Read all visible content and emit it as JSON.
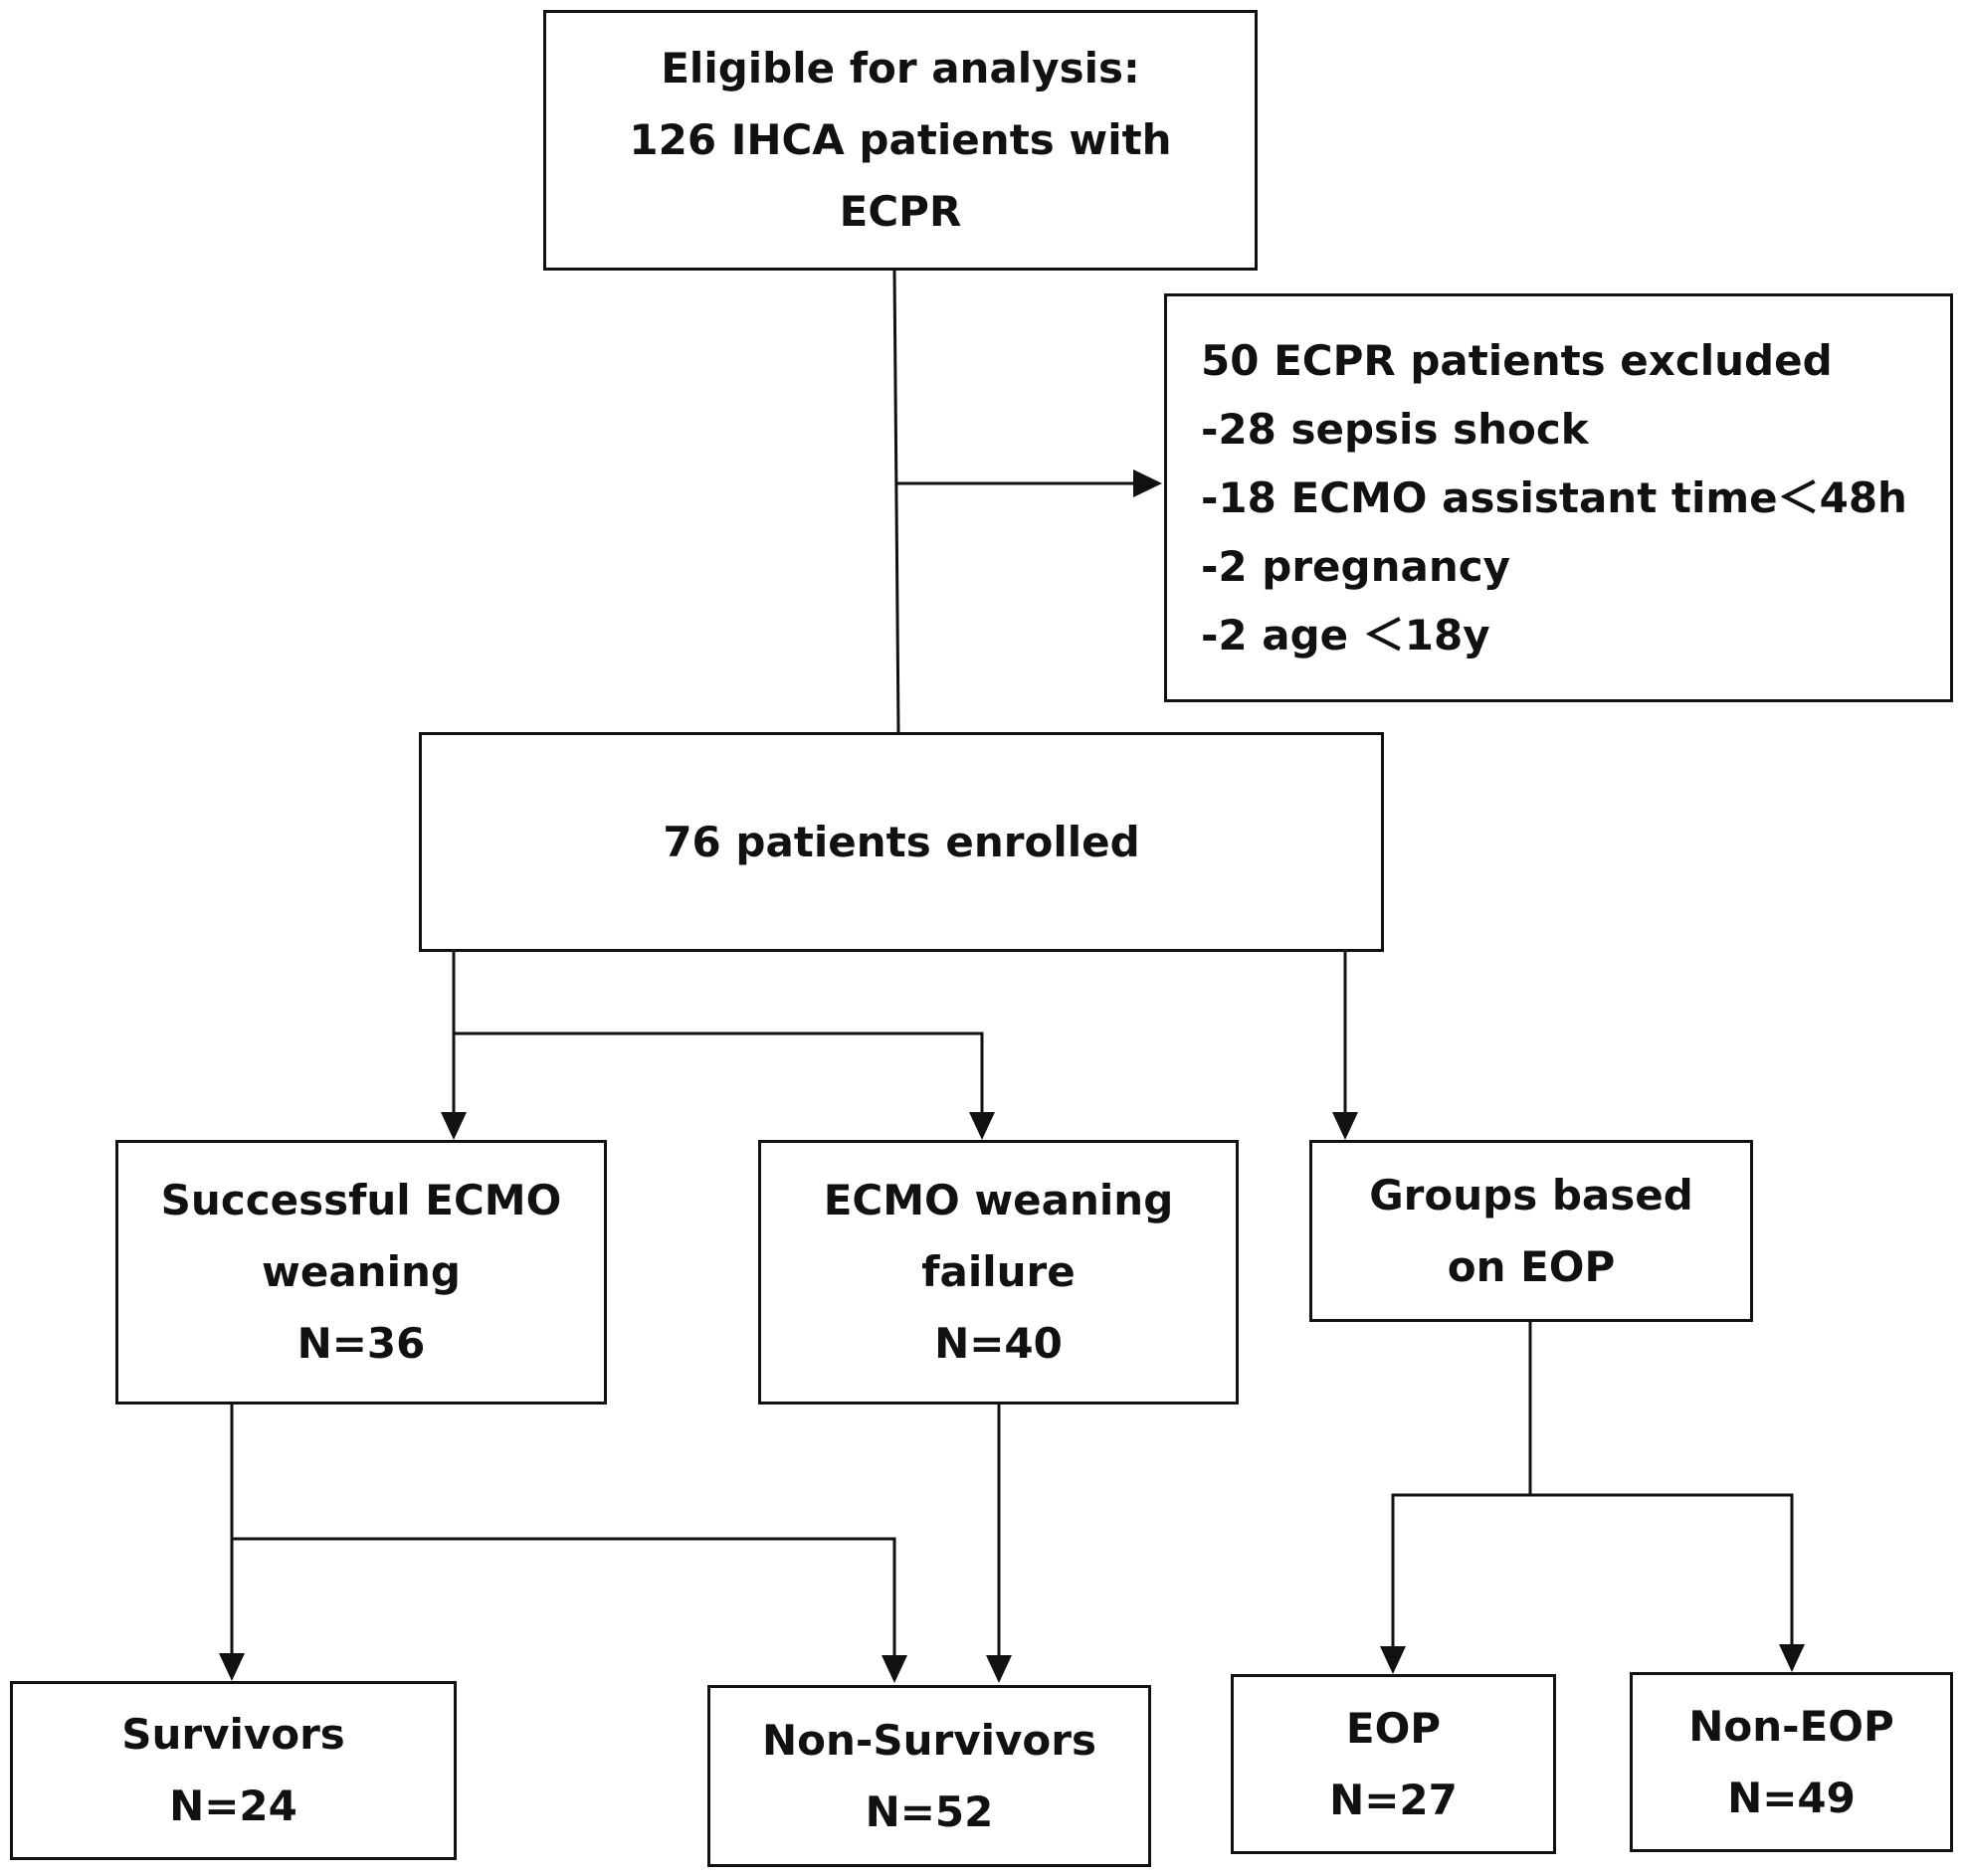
{
  "eligible": {
    "lines": [
      "Eligible for analysis:",
      "126 IHCA patients with",
      "ECPR"
    ]
  },
  "excluded": {
    "lines": [
      "50 ECPR patients excluded",
      "-28 sepsis shock",
      "-18 ECMO assistant time＜48h",
      "-2 pregnancy",
      "-2 age  ＜18y"
    ]
  },
  "enrolled": {
    "text": "76 patients enrolled"
  },
  "weaning_success": {
    "lines": [
      "Successful ECMO",
      "weaning",
      "N=36"
    ]
  },
  "weaning_failure": {
    "lines": [
      "ECMO weaning",
      "failure",
      "N=40"
    ]
  },
  "eop_groups": {
    "lines": [
      "Groups based",
      "on EOP"
    ]
  },
  "survivors": {
    "lines": [
      "Survivors",
      "N=24"
    ]
  },
  "non_survivors": {
    "lines": [
      "Non-Survivors",
      "N=52"
    ]
  },
  "eop": {
    "lines": [
      "EOP",
      "N=27"
    ]
  },
  "non_eop": {
    "lines": [
      "Non-EOP",
      "N=49"
    ]
  }
}
